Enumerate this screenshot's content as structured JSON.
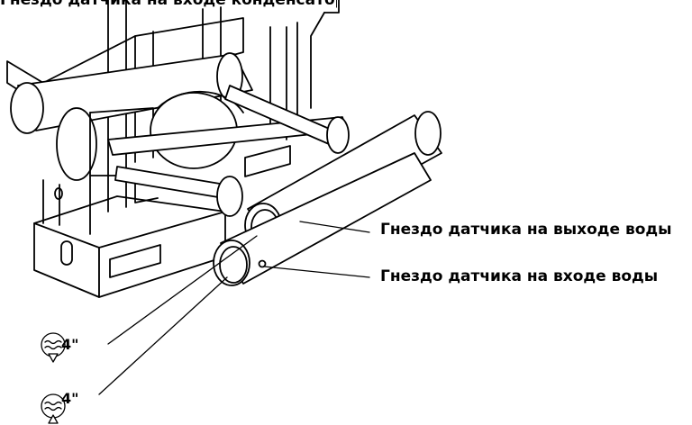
{
  "labels": {
    "top_partial": "Гнездо датчика на входе конденсатора",
    "sensor_outlet": "Гнездо датчика на выходе воды",
    "sensor_inlet": "Гнездо датчика на входе воды"
  },
  "connections": {
    "outlet_size": "4\"",
    "inlet_size": "4\""
  },
  "icons": {
    "outlet": "water-outlet-icon",
    "inlet": "water-inlet-icon"
  }
}
